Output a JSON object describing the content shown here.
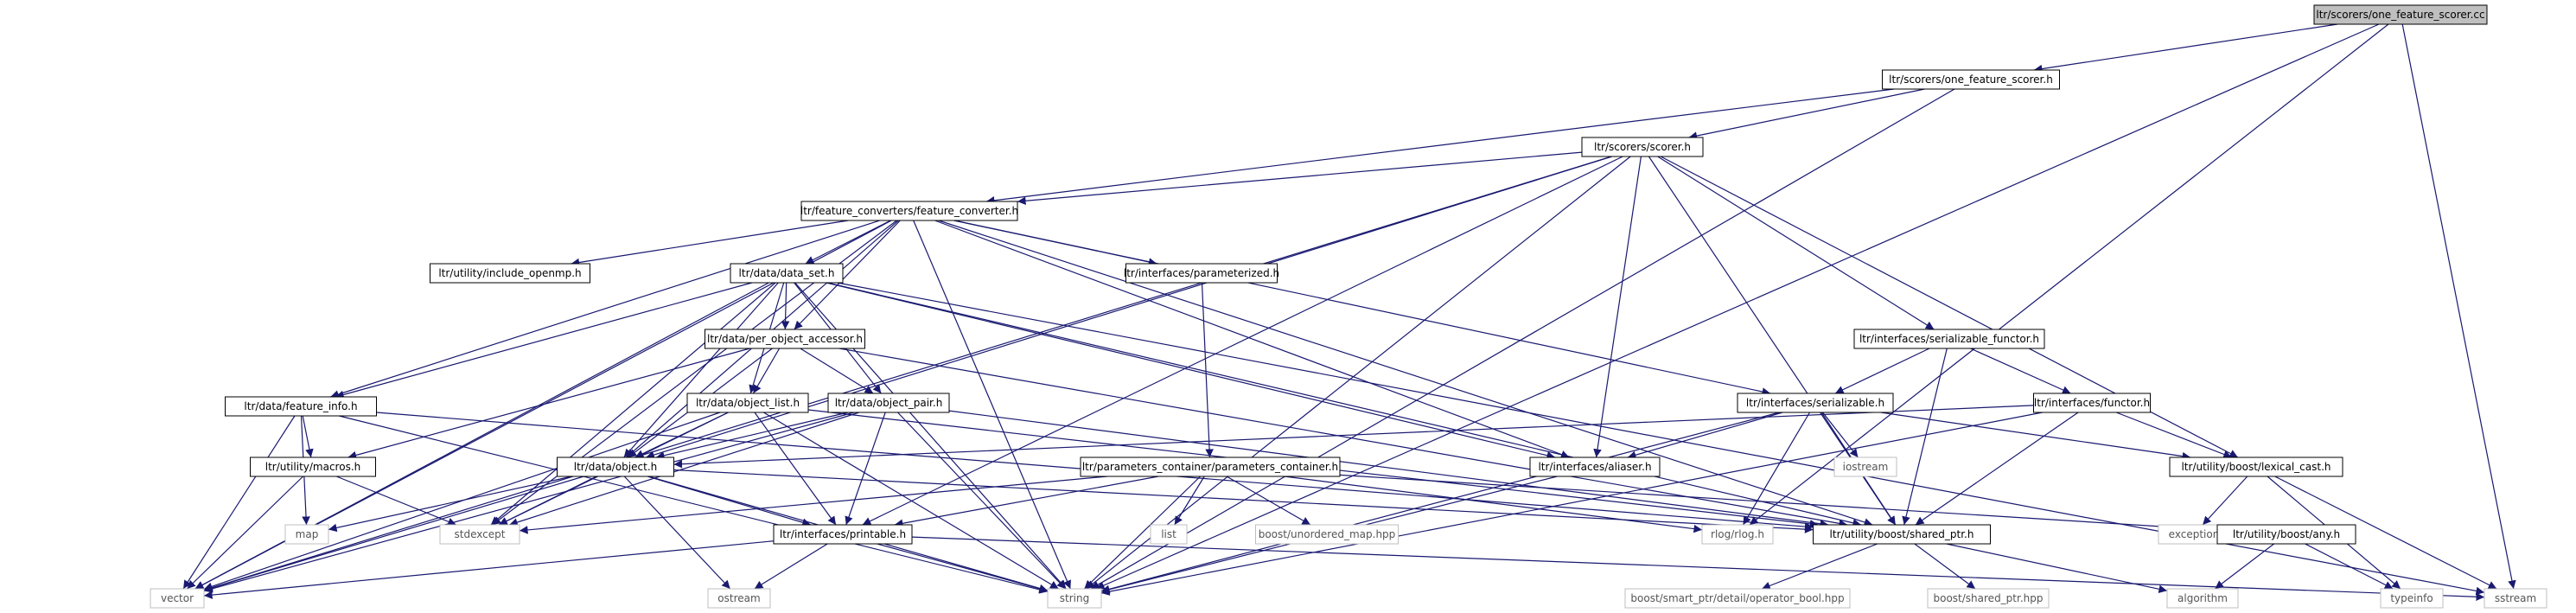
{
  "graph": {
    "nodes": [
      {
        "id": "root",
        "label": "ltr/scorers/one_feature_scorer.cc",
        "type": "root"
      },
      {
        "id": "ofs_h",
        "label": "ltr/scorers/one_feature_scorer.h",
        "type": "file"
      },
      {
        "id": "scorer",
        "label": "ltr/scorers/scorer.h",
        "type": "file"
      },
      {
        "id": "fconv",
        "label": "ltr/feature_converters/feature_converter.h",
        "type": "file"
      },
      {
        "id": "openmp",
        "label": "ltr/utility/include_openmp.h",
        "type": "file"
      },
      {
        "id": "dataset",
        "label": "ltr/data/data_set.h",
        "type": "file"
      },
      {
        "id": "param",
        "label": "ltr/interfaces/parameterized.h",
        "type": "file"
      },
      {
        "id": "poa",
        "label": "ltr/data/per_object_accessor.h",
        "type": "file"
      },
      {
        "id": "serfunctor",
        "label": "ltr/interfaces/serializable_functor.h",
        "type": "file"
      },
      {
        "id": "finfo",
        "label": "ltr/data/feature_info.h",
        "type": "file"
      },
      {
        "id": "olist",
        "label": "ltr/data/object_list.h",
        "type": "file"
      },
      {
        "id": "opair",
        "label": "ltr/data/object_pair.h",
        "type": "file"
      },
      {
        "id": "serial",
        "label": "ltr/interfaces/serializable.h",
        "type": "file"
      },
      {
        "id": "functor",
        "label": "ltr/interfaces/functor.h",
        "type": "file"
      },
      {
        "id": "macros",
        "label": "ltr/utility/macros.h",
        "type": "file"
      },
      {
        "id": "object",
        "label": "ltr/data/object.h",
        "type": "file"
      },
      {
        "id": "pcont",
        "label": "ltr/parameters_container/parameters_container.h",
        "type": "file"
      },
      {
        "id": "aliaser",
        "label": "ltr/interfaces/aliaser.h",
        "type": "file"
      },
      {
        "id": "iostream",
        "label": "iostream",
        "type": "std"
      },
      {
        "id": "lexcast",
        "label": "ltr/utility/boost/lexical_cast.h",
        "type": "file"
      },
      {
        "id": "map",
        "label": "map",
        "type": "std"
      },
      {
        "id": "stdexcept",
        "label": "stdexcept",
        "type": "std"
      },
      {
        "id": "list",
        "label": "list",
        "type": "std"
      },
      {
        "id": "umap",
        "label": "boost/unordered_map.hpp",
        "type": "std"
      },
      {
        "id": "rlog",
        "label": "rlog/rlog.h",
        "type": "std"
      },
      {
        "id": "exception",
        "label": "exception",
        "type": "std"
      },
      {
        "id": "printable",
        "label": "ltr/interfaces/printable.h",
        "type": "file"
      },
      {
        "id": "sharedptr",
        "label": "ltr/utility/boost/shared_ptr.h",
        "type": "file"
      },
      {
        "id": "any",
        "label": "ltr/utility/boost/any.h",
        "type": "file"
      },
      {
        "id": "vector",
        "label": "vector",
        "type": "std"
      },
      {
        "id": "ostream",
        "label": "ostream",
        "type": "std"
      },
      {
        "id": "string",
        "label": "string",
        "type": "std"
      },
      {
        "id": "opbool",
        "label": "boost/smart_ptr/detail/operator_bool.hpp",
        "type": "std"
      },
      {
        "id": "bsp",
        "label": "boost/shared_ptr.hpp",
        "type": "std"
      },
      {
        "id": "algorithm",
        "label": "algorithm",
        "type": "std"
      },
      {
        "id": "typeinfo",
        "label": "typeinfo",
        "type": "std"
      },
      {
        "id": "sstream",
        "label": "sstream",
        "type": "std"
      }
    ],
    "edges": [
      [
        "root",
        "ofs_h"
      ],
      [
        "root",
        "rlog"
      ],
      [
        "root",
        "string"
      ],
      [
        "root",
        "sstream"
      ],
      [
        "ofs_h",
        "scorer"
      ],
      [
        "ofs_h",
        "fconv"
      ],
      [
        "ofs_h",
        "string"
      ],
      [
        "scorer",
        "fconv"
      ],
      [
        "scorer",
        "object"
      ],
      [
        "scorer",
        "serfunctor"
      ],
      [
        "scorer",
        "aliaser"
      ],
      [
        "scorer",
        "printable"
      ],
      [
        "scorer",
        "sharedptr"
      ],
      [
        "scorer",
        "lexcast"
      ],
      [
        "scorer",
        "string"
      ],
      [
        "scorer",
        "vector"
      ],
      [
        "fconv",
        "openmp"
      ],
      [
        "fconv",
        "dataset"
      ],
      [
        "fconv",
        "param"
      ],
      [
        "fconv",
        "poa"
      ],
      [
        "fconv",
        "finfo"
      ],
      [
        "fconv",
        "object"
      ],
      [
        "fconv",
        "serial"
      ],
      [
        "fconv",
        "aliaser"
      ],
      [
        "fconv",
        "sharedptr"
      ],
      [
        "fconv",
        "string"
      ],
      [
        "fconv",
        "stdexcept"
      ],
      [
        "fconv",
        "vector"
      ],
      [
        "dataset",
        "poa"
      ],
      [
        "dataset",
        "olist"
      ],
      [
        "dataset",
        "opair"
      ],
      [
        "dataset",
        "finfo"
      ],
      [
        "dataset",
        "object"
      ],
      [
        "dataset",
        "aliaser"
      ],
      [
        "dataset",
        "sharedptr"
      ],
      [
        "dataset",
        "stdexcept"
      ],
      [
        "dataset",
        "string"
      ],
      [
        "dataset",
        "vector"
      ],
      [
        "dataset",
        "sstream"
      ],
      [
        "param",
        "pcont"
      ],
      [
        "poa",
        "olist"
      ],
      [
        "poa",
        "opair"
      ],
      [
        "poa",
        "object"
      ],
      [
        "poa",
        "macros"
      ],
      [
        "poa",
        "sharedptr"
      ],
      [
        "serfunctor",
        "serial"
      ],
      [
        "serfunctor",
        "functor"
      ],
      [
        "serfunctor",
        "sharedptr"
      ],
      [
        "finfo",
        "macros"
      ],
      [
        "finfo",
        "sharedptr"
      ],
      [
        "finfo",
        "map"
      ],
      [
        "finfo",
        "vector"
      ],
      [
        "finfo",
        "string"
      ],
      [
        "olist",
        "object"
      ],
      [
        "olist",
        "printable"
      ],
      [
        "olist",
        "sharedptr"
      ],
      [
        "olist",
        "stdexcept"
      ],
      [
        "olist",
        "string"
      ],
      [
        "olist",
        "vector"
      ],
      [
        "opair",
        "object"
      ],
      [
        "opair",
        "printable"
      ],
      [
        "opair",
        "sharedptr"
      ],
      [
        "opair",
        "stdexcept"
      ],
      [
        "opair",
        "string"
      ],
      [
        "opair",
        "vector"
      ],
      [
        "serial",
        "aliaser"
      ],
      [
        "serial",
        "lexcast"
      ],
      [
        "serial",
        "sharedptr"
      ],
      [
        "serial",
        "iostream"
      ],
      [
        "serial",
        "rlog"
      ],
      [
        "serial",
        "string"
      ],
      [
        "functor",
        "object"
      ],
      [
        "functor",
        "lexcast"
      ],
      [
        "functor",
        "sharedptr"
      ],
      [
        "functor",
        "string"
      ],
      [
        "macros",
        "stdexcept"
      ],
      [
        "macros",
        "vector"
      ],
      [
        "object",
        "printable"
      ],
      [
        "object",
        "sharedptr"
      ],
      [
        "object",
        "map"
      ],
      [
        "object",
        "stdexcept"
      ],
      [
        "object",
        "vector"
      ],
      [
        "object",
        "ostream"
      ],
      [
        "object",
        "string"
      ],
      [
        "pcont",
        "printable"
      ],
      [
        "pcont",
        "any"
      ],
      [
        "pcont",
        "rlog"
      ],
      [
        "pcont",
        "stdexcept"
      ],
      [
        "pcont",
        "list"
      ],
      [
        "pcont",
        "umap"
      ],
      [
        "pcont",
        "string"
      ],
      [
        "aliaser",
        "string"
      ],
      [
        "lexcast",
        "exception"
      ],
      [
        "lexcast",
        "typeinfo"
      ],
      [
        "lexcast",
        "sstream"
      ],
      [
        "printable",
        "ostream"
      ],
      [
        "printable",
        "string"
      ],
      [
        "printable",
        "vector"
      ],
      [
        "printable",
        "sstream"
      ],
      [
        "sharedptr",
        "opbool"
      ],
      [
        "sharedptr",
        "bsp"
      ],
      [
        "sharedptr",
        "algorithm"
      ],
      [
        "any",
        "algorithm"
      ],
      [
        "any",
        "typeinfo"
      ]
    ]
  }
}
